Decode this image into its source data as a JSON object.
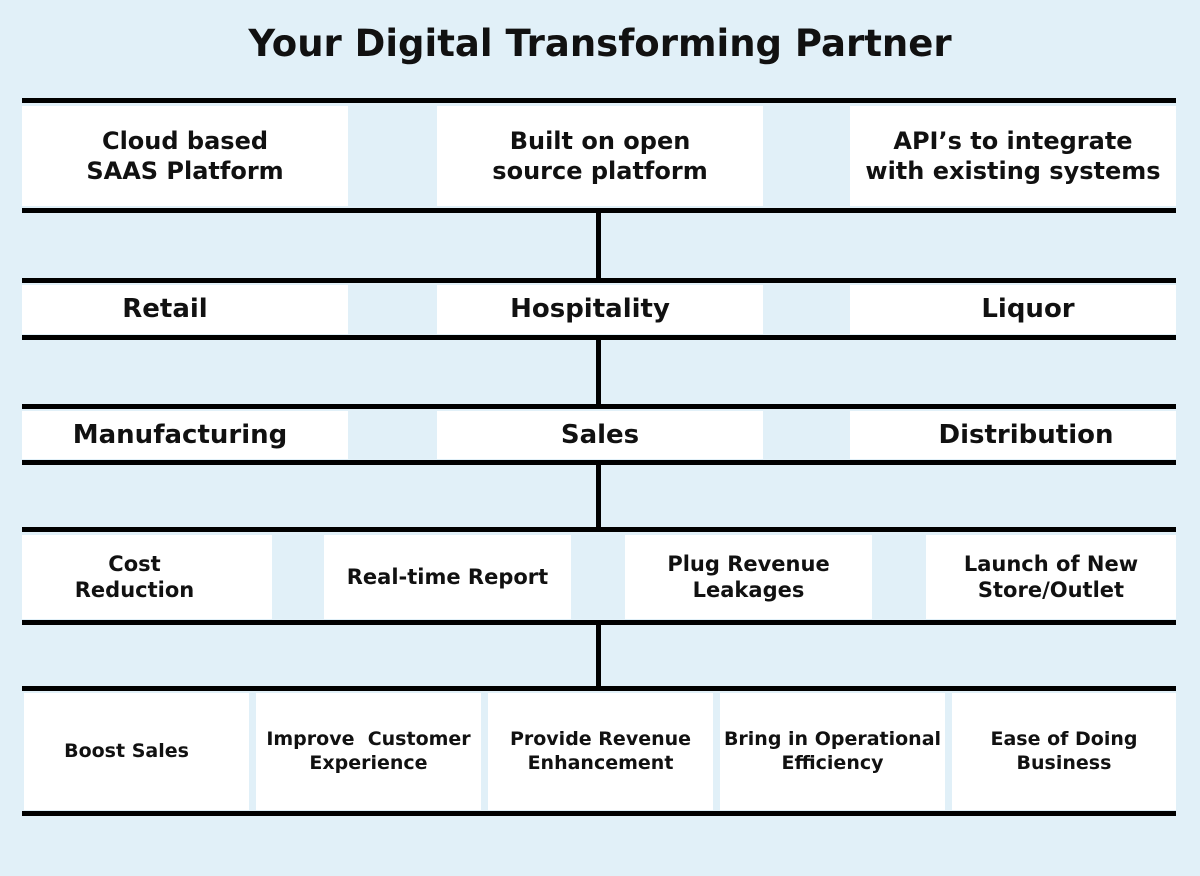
{
  "title": "Your Digital Transforming Partner",
  "rows": [
    [
      "Cloud based\nSAAS Platform",
      "Built on open\nsource platform",
      "API’s to integrate\nwith existing systems"
    ],
    [
      "Retail",
      "Hospitality",
      "Liquor"
    ],
    [
      "Manufacturing",
      "Sales",
      "Distribution"
    ],
    [
      "Cost\nReduction",
      "Real-time Report",
      "Plug Revenue\nLeakages",
      "Launch of New\nStore/Outlet"
    ],
    [
      "Boost Sales",
      "Improve  Customer\nExperience",
      "Provide Revenue\nEnhancement",
      "Bring in Operational\nEfficiency",
      "Ease of Doing\nBusiness"
    ]
  ]
}
